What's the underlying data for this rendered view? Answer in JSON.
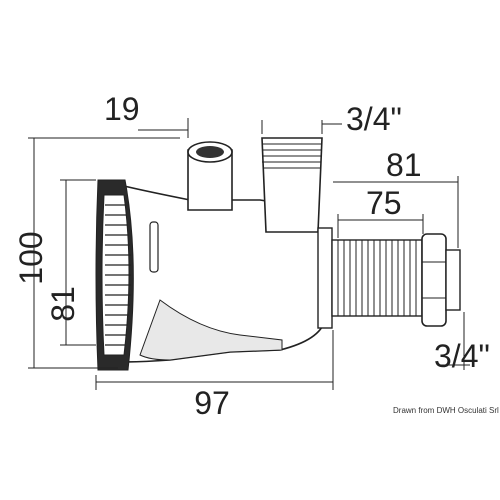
{
  "dimensions": {
    "top_port_width": "19",
    "thread_size_top": "3/4\"",
    "overall_height": "100",
    "inlet_height": "81",
    "overall_length": "97",
    "outlet_length": "81",
    "outlet_thread_length": "75",
    "thread_size_outlet": "3/4\""
  },
  "credit": "Drawn from DWH Osculati Srl"
}
